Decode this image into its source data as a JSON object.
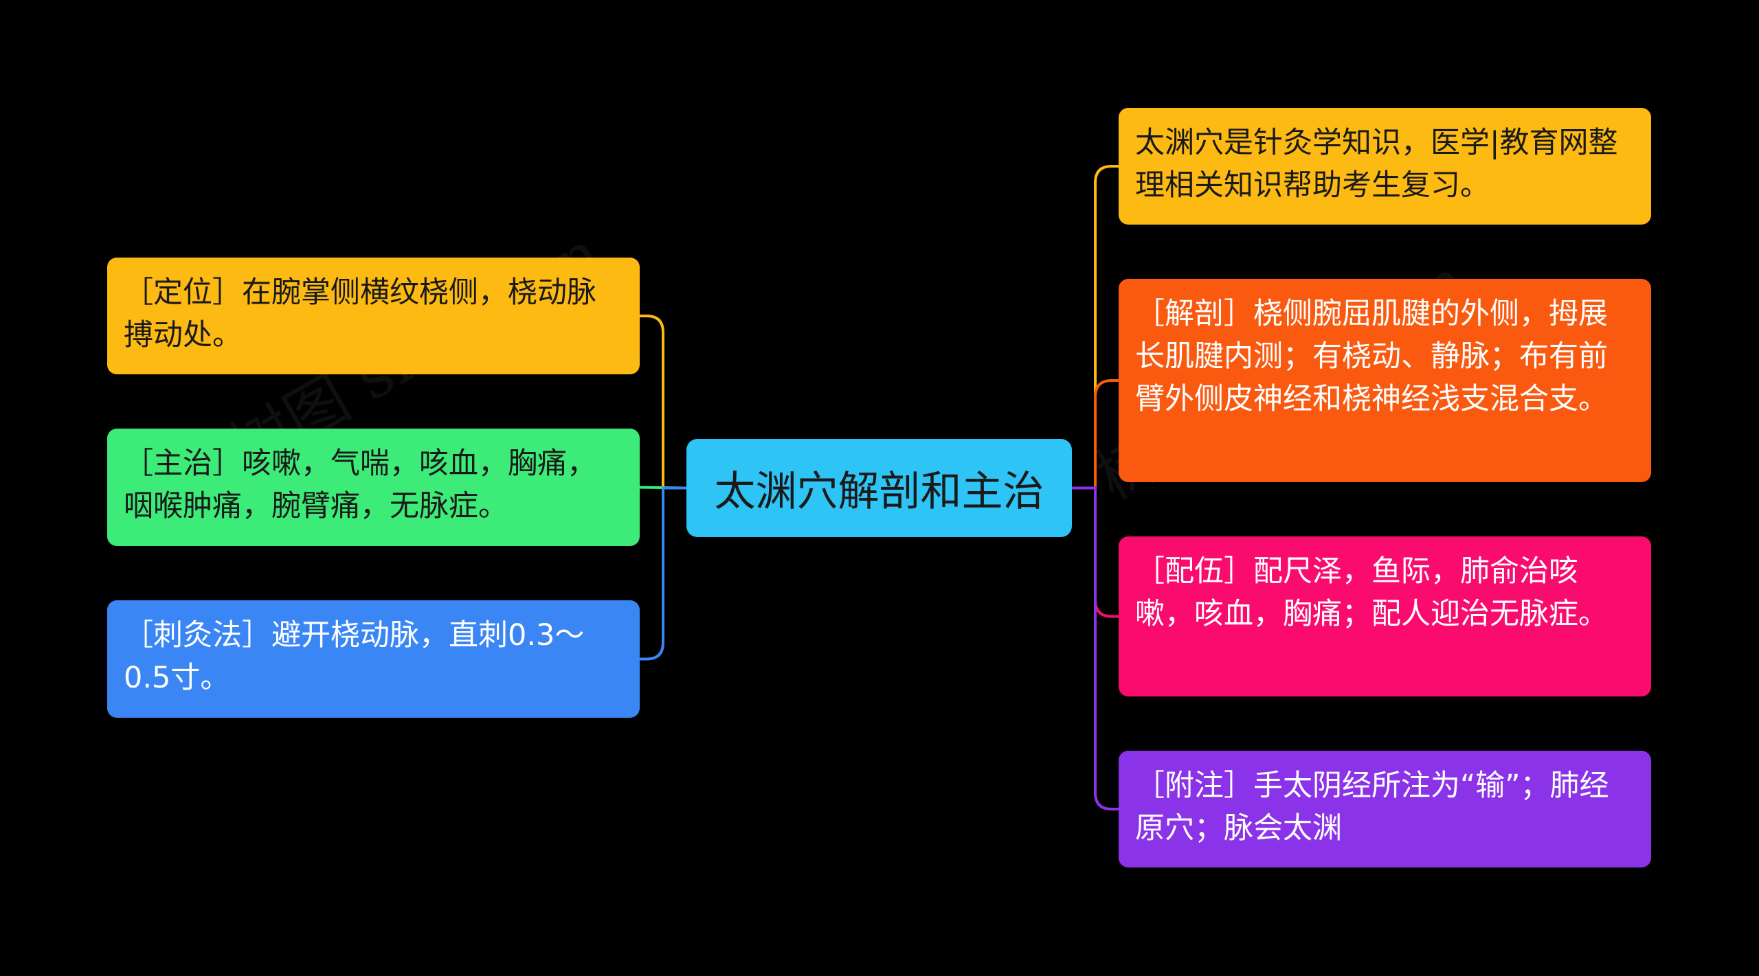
{
  "center": {
    "label": "太渊穴解剖和主治",
    "color": "#2EC4F5"
  },
  "left_nodes": [
    {
      "text": "［定位］在腕掌侧横纹桡侧，桡动脉搏动处。",
      "color": "#FDBA12",
      "link_color": "#FDBA12"
    },
    {
      "text": "［主治］咳嗽，气喘，咳血，胸痛，咽喉肿痛，腕臂痛，无脉症。",
      "color": "#3CEB78",
      "link_color": "#3CEB78"
    },
    {
      "text": "［刺灸法］避开桡动脉，直刺0.3～0.5寸。",
      "color": "#3A86F5",
      "link_color": "#3A86F5"
    }
  ],
  "right_nodes": [
    {
      "text": "太渊穴是针灸学知识，医学|教育网整理相关知识帮助考生复习。",
      "color": "#FDBA12",
      "link_color": "#FDBA12"
    },
    {
      "text": "［解剖］桡侧腕屈肌腱的外侧，拇展长肌腱内测；有桡动、静脉；布有前臂外侧皮神经和桡神经浅支混合支。",
      "color": "#FA5A10",
      "link_color": "#FA5A10"
    },
    {
      "text": "［配伍］配尺泽，鱼际，肺俞治咳嗽，咳血，胸痛；配人迎治无脉症。",
      "color": "#FA0C6E",
      "link_color": "#FA0C6E"
    },
    {
      "text": "［附注］手太阴经所注为“输”；肺经原穴；脉会太渊",
      "color": "#8B33E8",
      "link_color": "#8B33E8"
    }
  ],
  "watermark": "树图 shutu.cn"
}
